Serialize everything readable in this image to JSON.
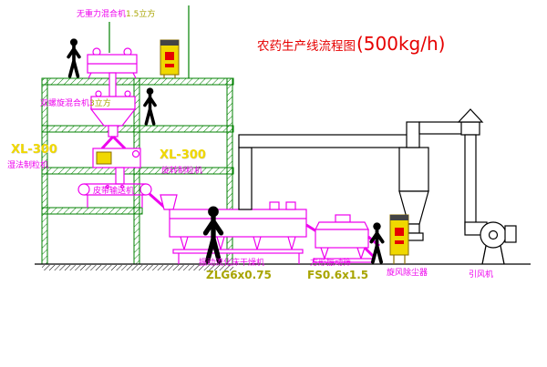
{
  "title": {
    "text": "农药生产线流程图",
    "capacity": "(500kg/h)"
  },
  "labels": {
    "mixer_top": {
      "name": "无重力混合机",
      "spec": "1.5立方"
    },
    "mixer_mid": {
      "name": "双螺旋混合机",
      "spec": "3立方"
    },
    "granulator_left": {
      "model": "XL-300",
      "name": "湿法制粒机"
    },
    "granulator_mid": {
      "model": "XL-300",
      "name": "旋转制粒机"
    },
    "conveyor": {
      "name": "皮带输送机"
    },
    "dryer": {
      "name": "振动流化床干燥机",
      "spec": "ZLG6x0.75"
    },
    "screen": {
      "name": "方形振动筛",
      "spec": "FS0.6x1.5"
    },
    "cyclone": {
      "name": "旋风除尘器"
    },
    "fan": {
      "name": "引风机"
    }
  },
  "colors": {
    "green": "#008000",
    "magenta": "#ee00ee",
    "yellow": "#f0d800",
    "yellowBorder": "#8a6d00",
    "olive": "#a8a400",
    "red": "#e60000",
    "black": "#000000"
  }
}
